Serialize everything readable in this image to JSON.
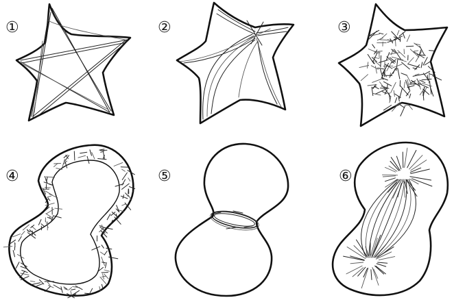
{
  "panels": [
    {
      "label": "①"
    },
    {
      "label": "②"
    },
    {
      "label": "③"
    },
    {
      "label": "④"
    },
    {
      "label": "⑤"
    },
    {
      "label": "⑥"
    }
  ]
}
